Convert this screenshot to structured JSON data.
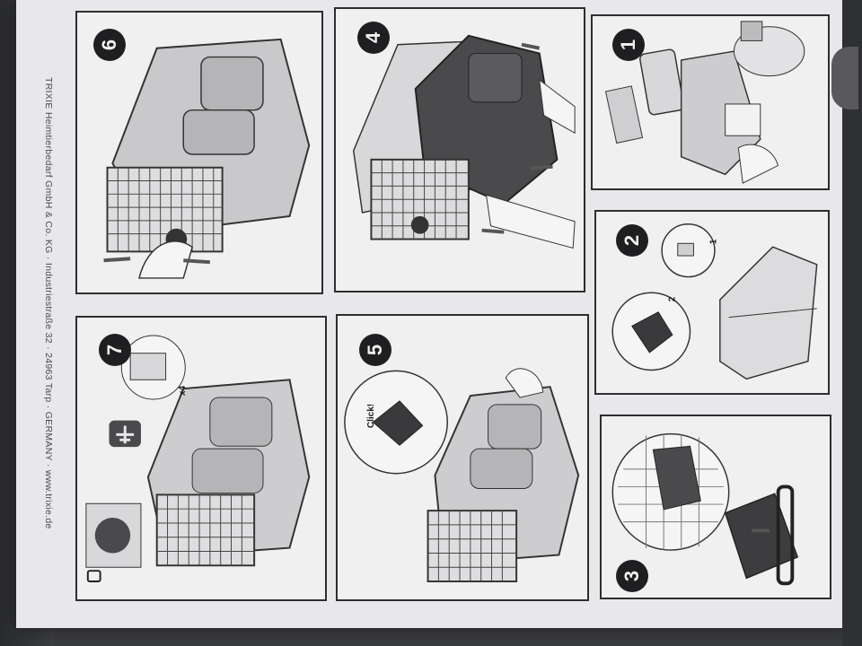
{
  "document": {
    "footer": "TRIXIE Heimtierbedarf GmbH & Co. KG · Industriestraße 32 · 24963 Tarp · GERMANY · www.trixie.de",
    "steps": [
      {
        "number": "6"
      },
      {
        "number": "4"
      },
      {
        "number": "1"
      },
      {
        "number": "2",
        "sub_labels": [
          "1",
          "2"
        ]
      },
      {
        "number": "3"
      },
      {
        "number": "7",
        "annotation": "x4"
      },
      {
        "number": "5",
        "annotation": "Click!"
      }
    ]
  }
}
